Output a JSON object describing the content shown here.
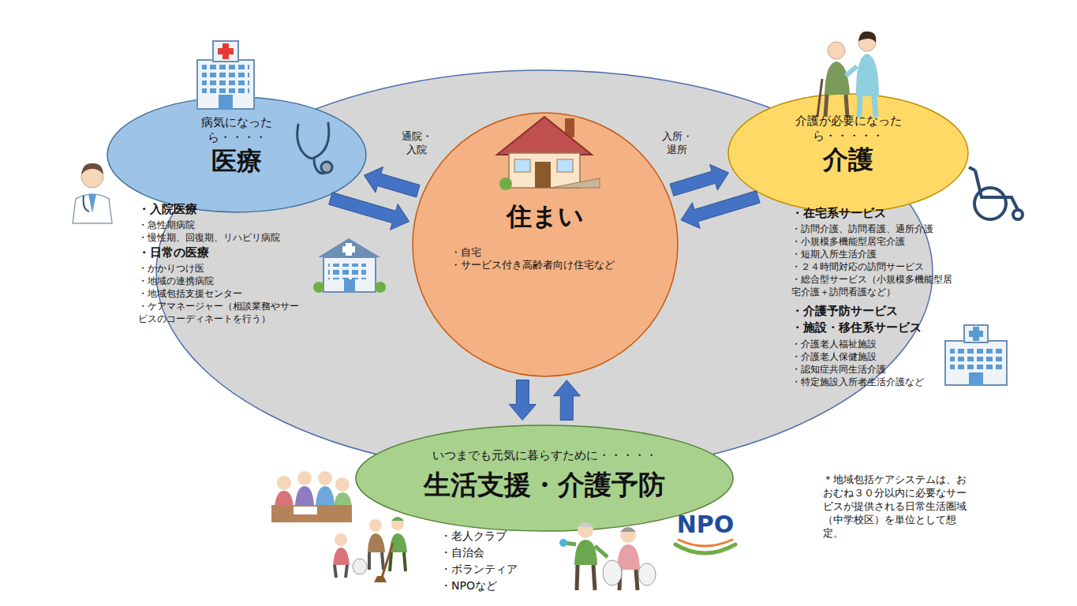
{
  "diagram": {
    "nodes": [
      {
        "text": [
          "病気になったら・・・・",
          "医療"
        ]
      },
      {
        "text": [
          "介護が必要になったら・・・・・",
          "介護"
        ]
      },
      {
        "text": [
          "住まい",
          "・自宅",
          "・サービス付き高齢者向け住宅など"
        ]
      },
      {
        "text": [
          "いつまでも元気に暮らすために・・・・・",
          "生活支援・介護予防"
        ]
      }
    ],
    "edges": [
      {
        "from": 2,
        "to": 0,
        "arrow": "to",
        "label": "通院・入院"
      },
      {
        "from": 0,
        "to": 2,
        "arrow": "to"
      },
      {
        "from": 2,
        "to": 1,
        "arrow": "to",
        "label": "入所・退所"
      },
      {
        "from": 1,
        "to": 2,
        "arrow": "to"
      },
      {
        "from": 2,
        "to": 3,
        "arrow": "to"
      },
      {
        "from": 3,
        "to": 2,
        "arrow": "to"
      }
    ],
    "labels": [
      "・入院医療",
      "・急性期病院",
      "・慢性期、回復期、リハビリ病院",
      "・日常の医療",
      "・かかりつけ医",
      "・地域の連携病院",
      "・地域包括支援センター",
      "・ケアマネージャー（相談業務やサービスのコーディネートを行う）",
      "・在宅系サービス",
      "・訪問介護、訪問看護、通所介護",
      "・小規模多機能型居宅介護",
      "・短期入所生活介護",
      "・２４時間対応の訪問サービス",
      "・総合型サービス（小規模多機能型居宅介護＋訪問看護など）",
      "・介護予防サービス",
      "・施設・移住系サービス",
      "・介護老人福祉施設",
      "・介護老人保健施設",
      "・認知症共同生活介護",
      "・特定施設入所者生活介護など",
      "・老人クラブ",
      "・自治会",
      "・ボランティア",
      "・NPOなど",
      "NPO",
      "＊地域包括ケアシステムは、おおむね３０分以内に必要なサービスが提供される日常生活圏域（中学校区）を単位として想定。"
    ]
  }
}
